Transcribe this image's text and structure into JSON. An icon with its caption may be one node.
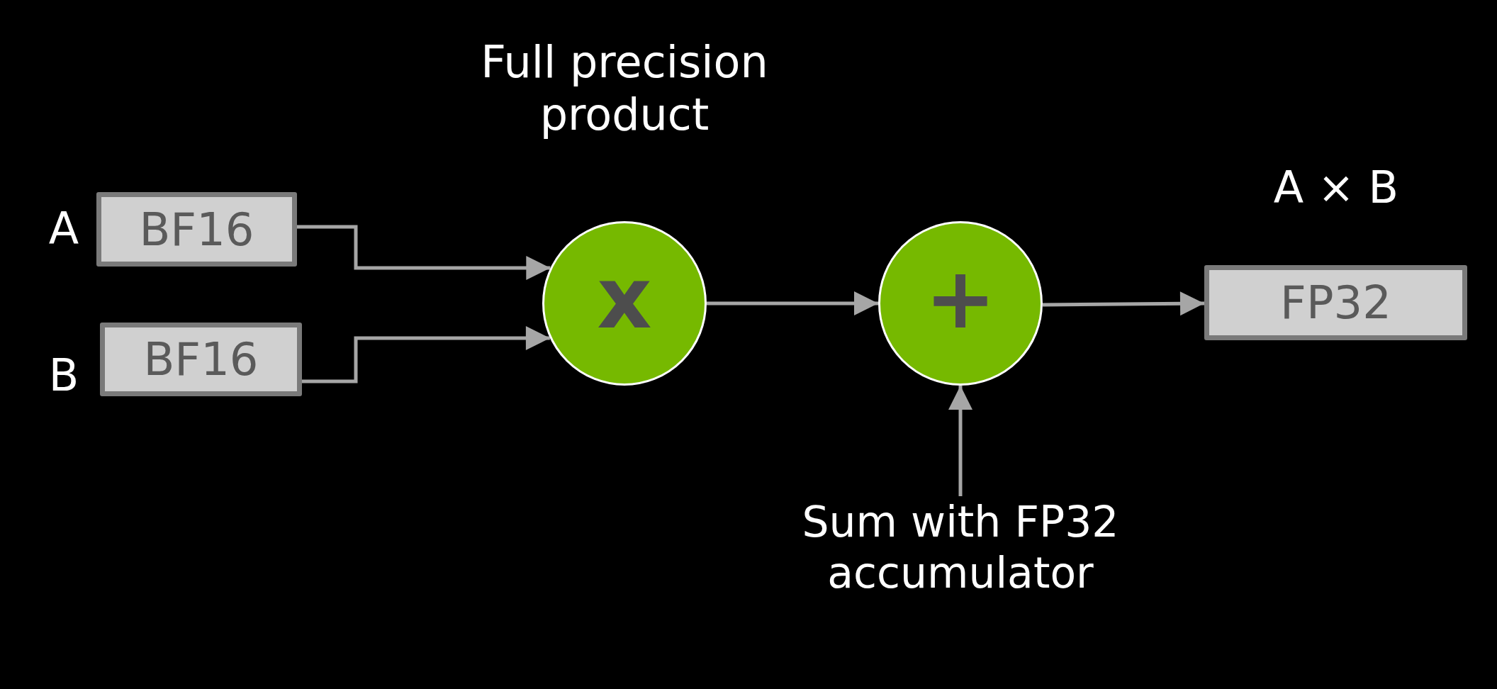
{
  "diagram": {
    "nodes": [
      {
        "text": [
          "BF16"
        ],
        "beside": [
          "A"
        ]
      },
      {
        "text": [
          "BF16"
        ],
        "beside": [
          "B"
        ]
      },
      {
        "text": [
          "x"
        ],
        "beside": [
          "Full precision product"
        ]
      },
      {
        "text": [
          "+"
        ]
      },
      {
        "text": [
          "FP32"
        ],
        "beside": [
          "A × B"
        ]
      },
      {
        "text": [
          "Sum with FP32 accumulator"
        ]
      }
    ],
    "edges": [
      {
        "from": 0,
        "to": 2,
        "arrow": "to"
      },
      {
        "from": 1,
        "to": 2,
        "arrow": "to"
      },
      {
        "from": 2,
        "to": 3,
        "arrow": "to"
      },
      {
        "from": 3,
        "to": 4,
        "arrow": "to"
      },
      {
        "from": 5,
        "to": 3,
        "arrow": "to"
      }
    ]
  }
}
